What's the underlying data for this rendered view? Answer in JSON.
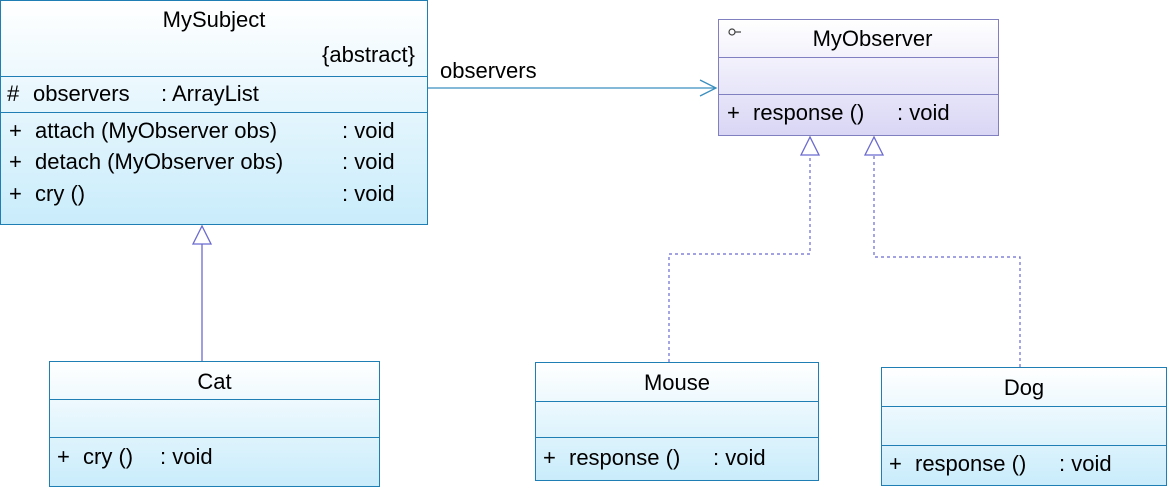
{
  "classes": {
    "mysubject": {
      "name": "MySubject",
      "stereotype": "{abstract}",
      "attribute": {
        "vis": "#",
        "name": "observers",
        "type": ": ArrayList"
      },
      "methods": [
        {
          "vis": "+",
          "sig": "attach (MyObserver obs)",
          "ret": ": void"
        },
        {
          "vis": "+",
          "sig": "detach (MyObserver obs)",
          "ret": ": void"
        },
        {
          "vis": "+",
          "sig": "cry ()",
          "ret": ": void"
        }
      ]
    },
    "myobserver": {
      "name": "MyObserver",
      "icon": "interface-icon",
      "methods": [
        {
          "vis": "+",
          "sig": "response ()",
          "ret": ": void"
        }
      ]
    },
    "cat": {
      "name": "Cat",
      "methods": [
        {
          "vis": "+",
          "sig": "cry ()",
          "ret": ": void"
        }
      ]
    },
    "mouse": {
      "name": "Mouse",
      "methods": [
        {
          "vis": "+",
          "sig": "response ()",
          "ret": ": void"
        }
      ]
    },
    "dog": {
      "name": "Dog",
      "methods": [
        {
          "vis": "+",
          "sig": "response ()",
          "ret": ": void"
        }
      ]
    }
  },
  "associations": [
    {
      "label": "observers"
    }
  ],
  "colors": {
    "class_border": "#1f7fb5",
    "interface_border": "#8080c0",
    "connector": "#6a6ad0"
  }
}
